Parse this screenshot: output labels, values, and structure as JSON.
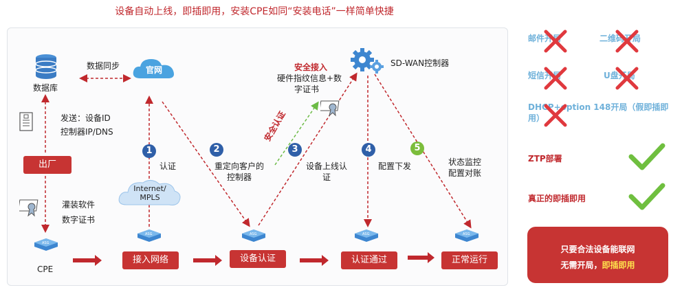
{
  "header": {
    "title": "设备自动上线，即插即用，安装CPE如同“安装电话”一样简单快捷"
  },
  "diagram": {
    "database": "数据库",
    "data_sync": "数据同步",
    "official_site": "官网",
    "send_line1": "发送：设备ID",
    "send_line2": "控制器IP/DNS",
    "factory": "出厂",
    "burn_line1": "灌装软件",
    "burn_line2": "数字证书",
    "cpe": "CPE",
    "internet": "Internet/\nMPLS",
    "security_title": "安全接入",
    "security_line1": "硬件指纹信息+数",
    "security_line2": "字证书",
    "security_auth": "安全认证",
    "controller": "SD-WAN控制器",
    "device_tag": "ASG",
    "steps": [
      {
        "num": "1",
        "label": "认证"
      },
      {
        "num": "2",
        "label": "重定向客户的\n控制器"
      },
      {
        "num": "3",
        "label": "设备上线认\n证"
      },
      {
        "num": "4",
        "label": "配置下发"
      },
      {
        "num": "5",
        "label": "状态监控\n配置对账"
      }
    ],
    "stages": [
      "接入网络",
      "设备认证",
      "认证通过",
      "正常运行"
    ]
  },
  "right_panel": {
    "methods": [
      "邮件开局",
      "二维码开局",
      "短信开局",
      "U盘开局",
      "DHCP+option 148开局（假即插即\n用）"
    ],
    "ztp": "ZTP部署",
    "true_plug": "真正的即插即用",
    "box_line1": "只要合法设备能联网",
    "box_prefix": "无需开局，",
    "box_highlight": "即插即用"
  },
  "colors": {
    "accent_red": "#c73433",
    "step_blue": "#2f5fa8",
    "step_green": "#7cbd3b",
    "method_blue": "#6fb1da",
    "cross_red": "#e0393e",
    "check_green": "#6fbf3f"
  }
}
